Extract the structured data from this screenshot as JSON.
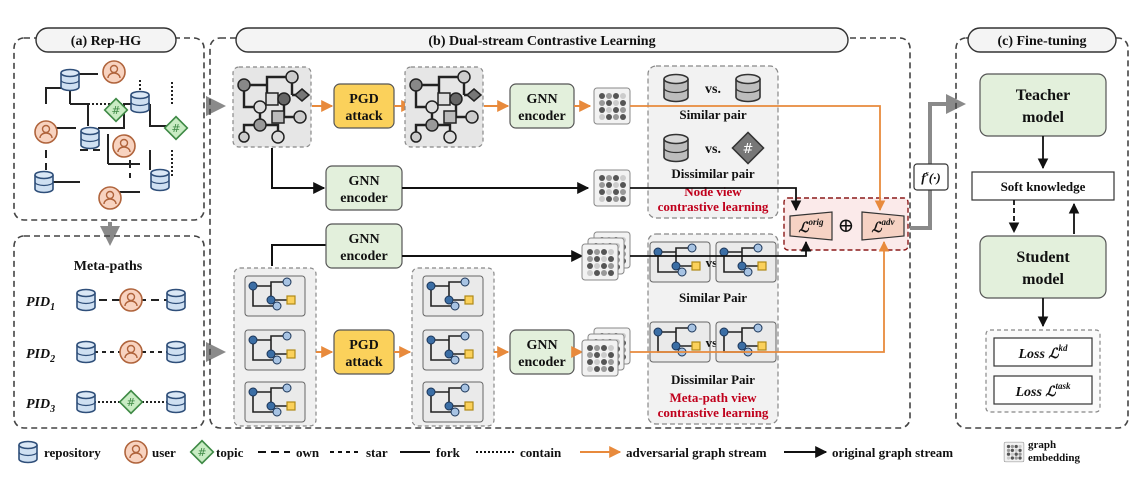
{
  "panels": {
    "a_title": "(a) Rep-HG",
    "b_title": "(b) Dual-stream Contrastive Learning",
    "c_title": "(c) Fine-tuning"
  },
  "metapaths": {
    "title": "Meta-paths",
    "pid_prefix": "PID",
    "pid1_sub": "1",
    "pid2_sub": "2",
    "pid3_sub": "3"
  },
  "blocks": {
    "pgd_line1": "PGD",
    "pgd_line2": "attack",
    "gnn_line1": "GNN",
    "gnn_line2": "encoder",
    "vs": "vs.",
    "similar_pair_node": "Similar pair",
    "dissimilar_pair_node": "Dissimilar pair",
    "node_view_1": "Node view",
    "node_view_2": "contrastive learning",
    "similar_pair_meta": "Similar Pair",
    "dissimilar_pair_meta": "Dissimilar Pair",
    "meta_view_1": "Meta-path view",
    "meta_view_2": "contrastive learning",
    "loss_orig_sup": "orig",
    "loss_adv_sup": "adv",
    "oplus": "⊕",
    "fs_label": "f",
    "fs_sup": "s",
    "fs_arg": "(·)"
  },
  "finetune": {
    "teacher_1": "Teacher",
    "teacher_2": "model",
    "soft": "Soft knowledge",
    "student_1": "Student",
    "student_2": "model",
    "loss_word": "Loss",
    "kd_sup": "kd",
    "task_sup": "task"
  },
  "legend": {
    "repository": "repository",
    "user": "user",
    "topic": "topic",
    "own": "own",
    "star": "star",
    "fork": "fork",
    "contain": "contain",
    "adv_stream": "adversarial graph stream",
    "orig_stream": "original graph stream",
    "emb_1": "graph",
    "emb_2": "embedding"
  },
  "colors": {
    "repo_fill": "#cfe0f2",
    "repo_stroke": "#2f4f7a",
    "user_fill": "#f8d3c0",
    "user_stroke": "#b0643c",
    "topic_fill": "#c9ecc4",
    "topic_stroke": "#3f8a46",
    "pgd_fill": "#fbd15b",
    "gnn_fill": "#e3f0dc",
    "adv_arrow": "#e88a3c",
    "loss_fill": "#f6d2c4",
    "red_text": "#c0001c"
  }
}
